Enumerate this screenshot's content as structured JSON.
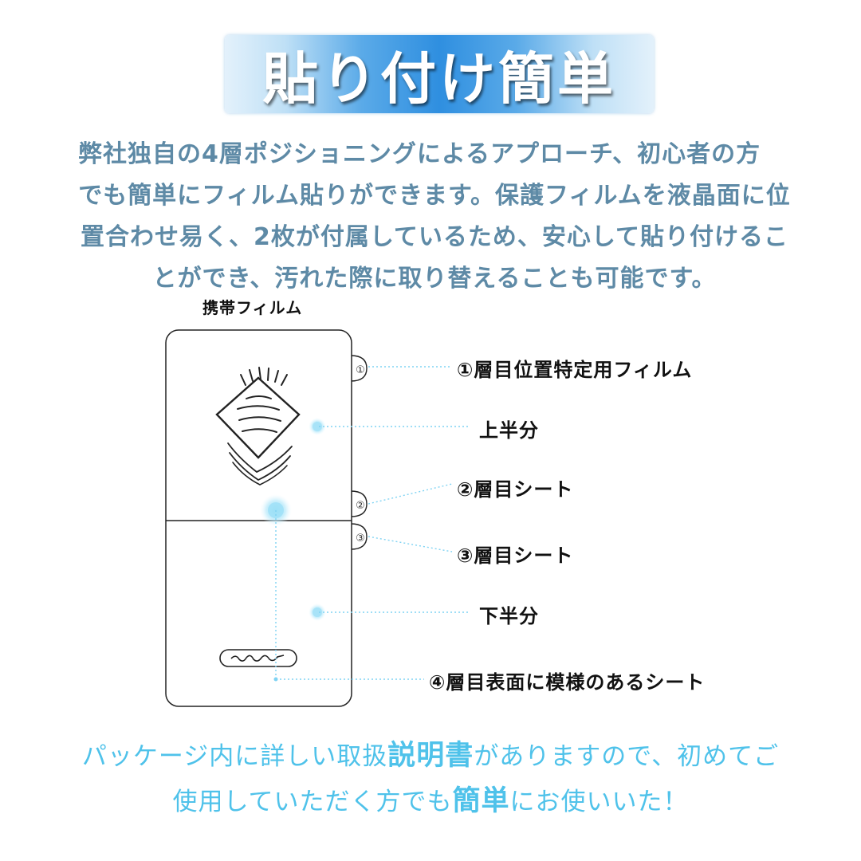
{
  "title": "貼り付け簡単",
  "intro": {
    "line1": "弊社独自の4層ポジショニングによるアプローチ、初心者の方",
    "line2": "でも簡単にフィルム貼りができます。保護フィルムを液晶面に位",
    "line3": "置合わせ易く、2枚が付属しているため、安心して貼り付けるこ",
    "line4": "とができ、汚れた際に取り替えることも可能です。"
  },
  "diagram": {
    "film_label": "携帯フィルム",
    "tab1_mark": "①",
    "tab2_mark": "②",
    "tab3_mark": "③",
    "callouts": {
      "layer1": "①層目位置特定用フィルム",
      "upper_half": "上半分",
      "layer2": "②層目シート",
      "layer3": "③層目シート",
      "lower_half": "下半分",
      "layer4": "④層目表面に模様のあるシート"
    }
  },
  "footer": {
    "l1_a": "パッケージ内に詳しい取扱",
    "l1_emph": "説明書",
    "l1_b": "がありますので、初めてご",
    "l2_a": "使用していただく方でも",
    "l2_emph": "簡単",
    "l2_b": "にお使いいた！"
  },
  "colors": {
    "intro_text": "#5e8aa6",
    "footer_text": "#4fc2ea",
    "banner_center": "#2f8fe0",
    "guide_dot": "#7fd3f3"
  }
}
